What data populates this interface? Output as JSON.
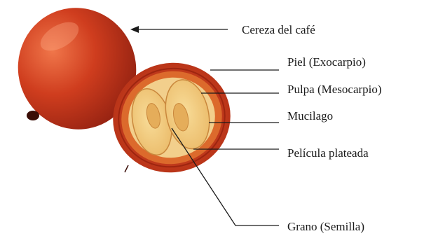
{
  "diagram": {
    "labels": {
      "cherry": "Cereza del café",
      "skin": "Piel (Exocarpio)",
      "pulp": "Pulpa (Mesocarpio)",
      "mucilage": "Mucilago",
      "silverskin": "Película plateada",
      "bean": "Grano (Semilla)"
    },
    "colors": {
      "skin_red": "#c1361c",
      "pulp_orange": "#e07a35",
      "mucilage_cream": "#f4d898",
      "bean_yellow": "#f1c878",
      "leader_line": "#1a1a1a"
    }
  }
}
